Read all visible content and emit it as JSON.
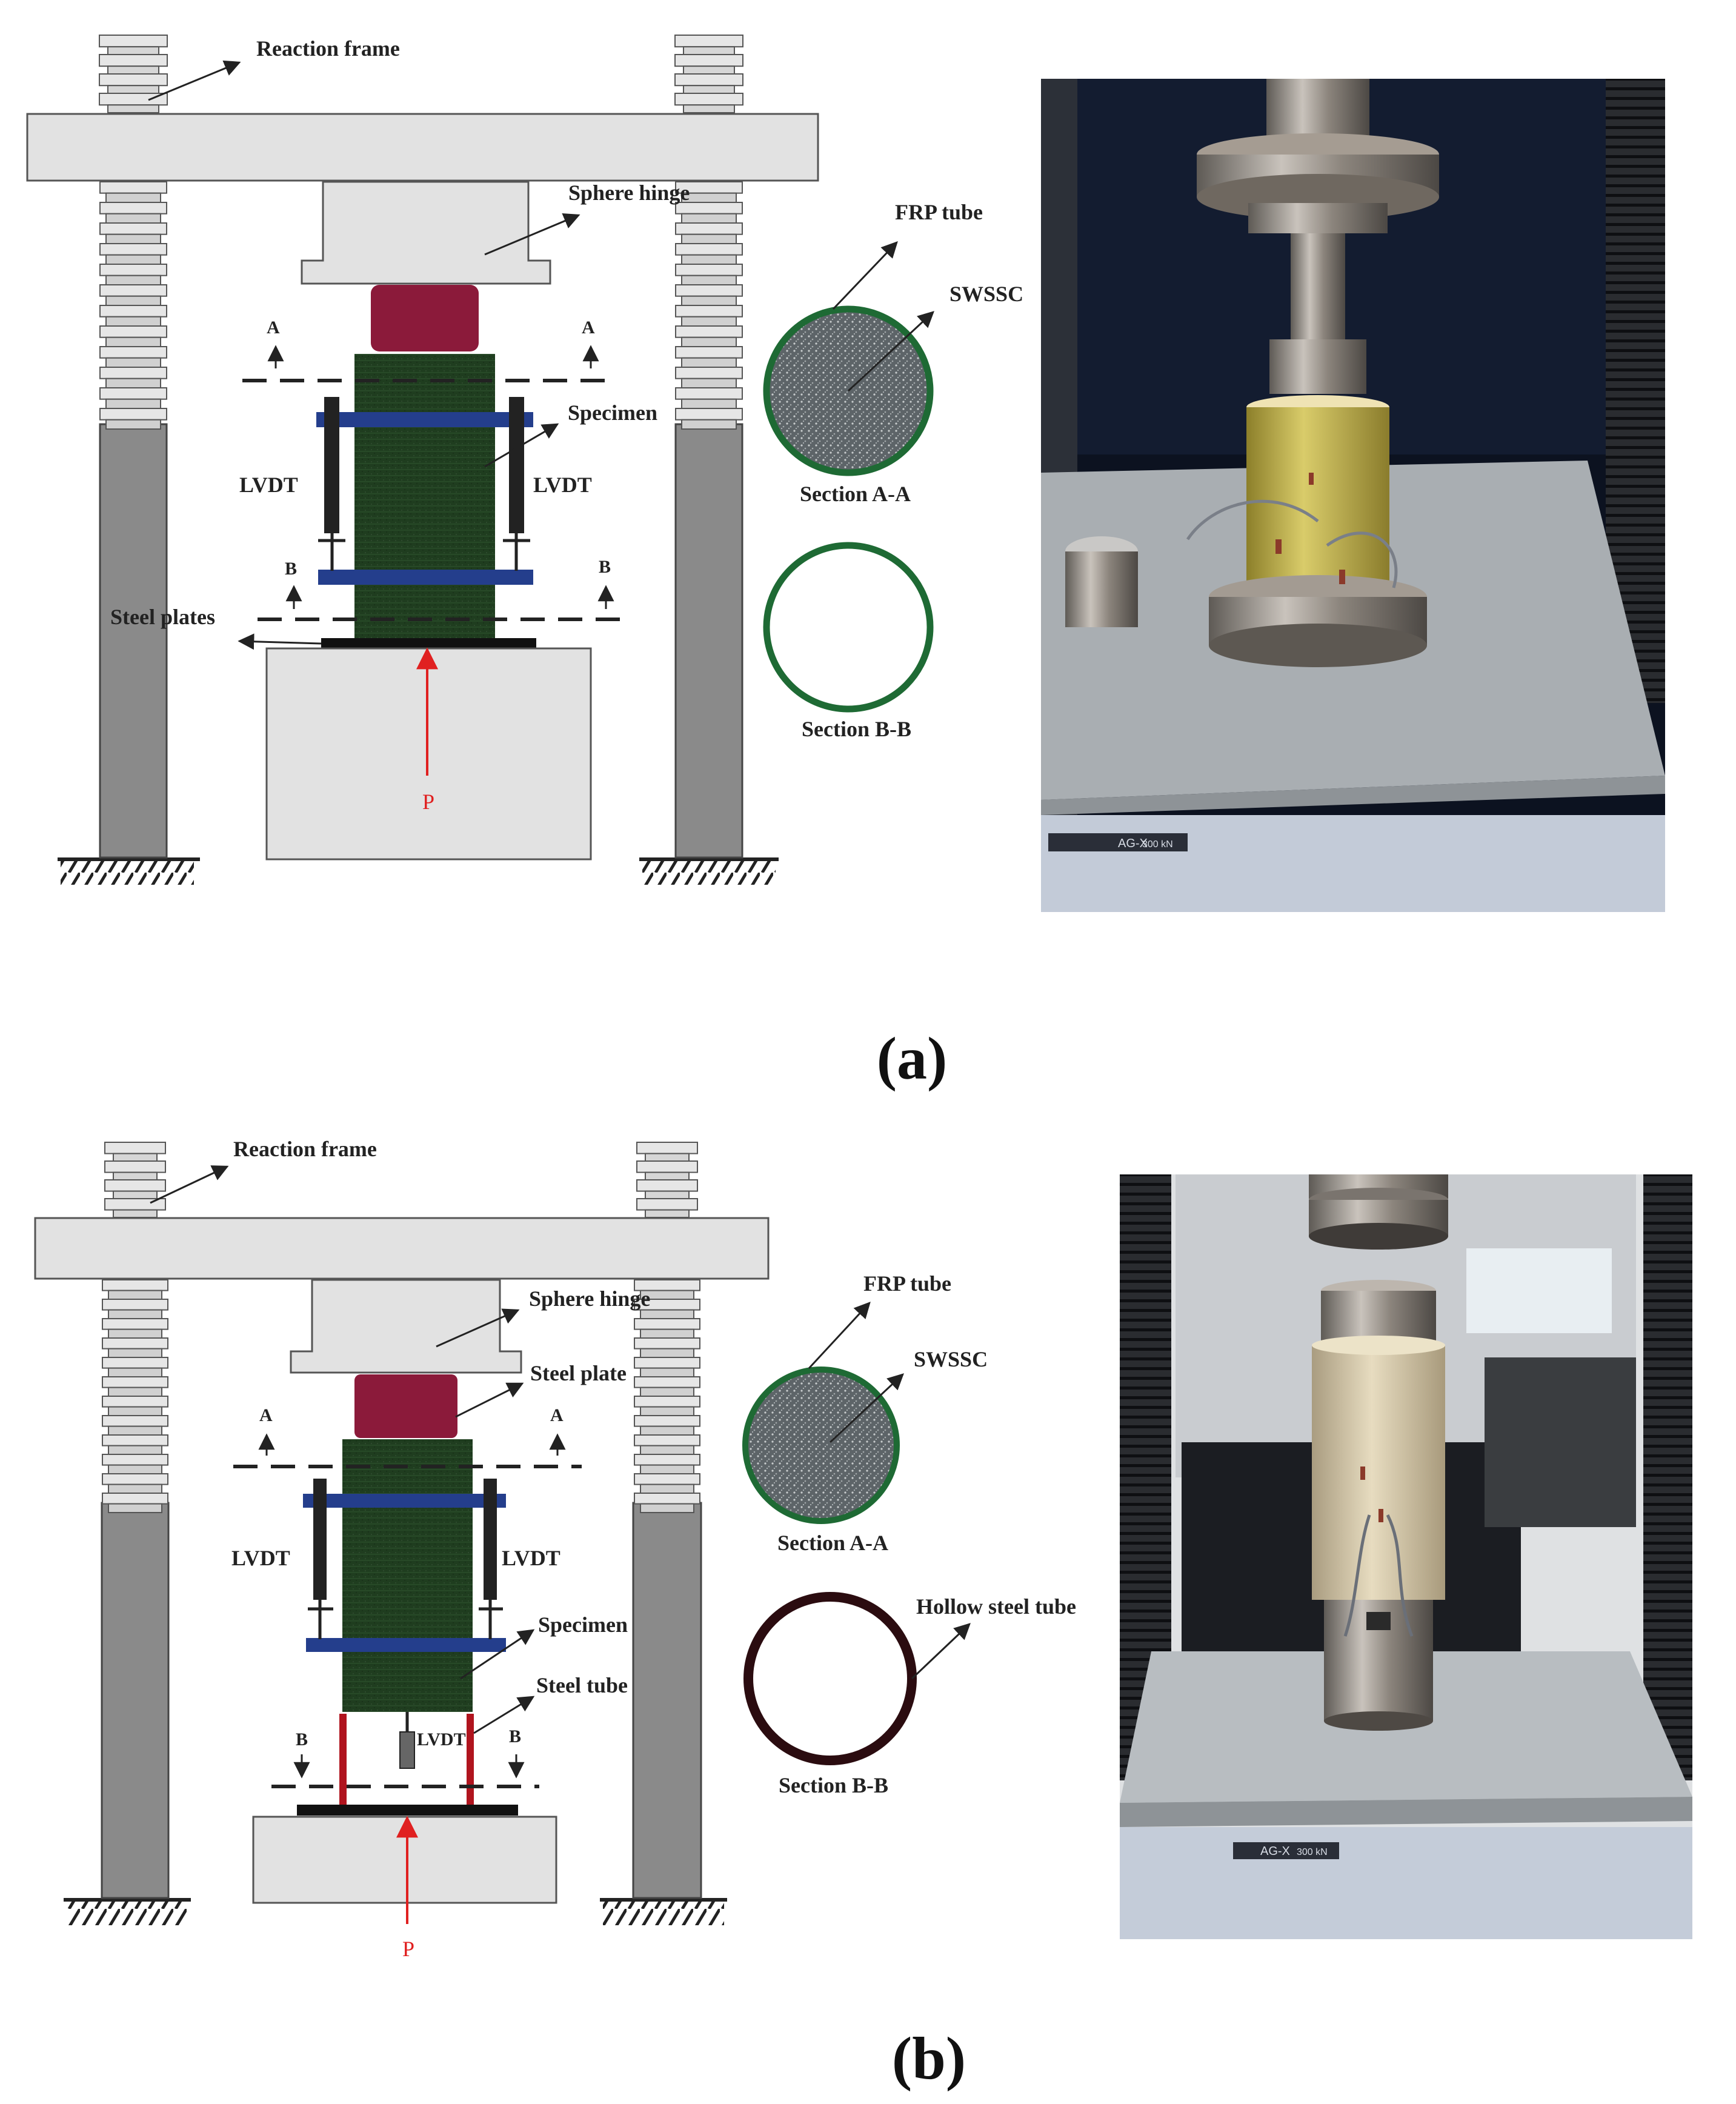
{
  "panel_a": {
    "caption": "(a)",
    "labels": {
      "reaction_frame": "Reaction frame",
      "sphere_hinge": "Sphere hinge",
      "specimen": "Specimen",
      "lvdt_left": "LVDT",
      "lvdt_right": "LVDT",
      "steel_plates": "Steel plates",
      "section_a_left": "A",
      "section_a_right": "A",
      "section_b_left": "B",
      "section_b_right": "B",
      "load": "P",
      "frp_tube": "FRP tube",
      "swssc": "SWSSC",
      "section_aa": "Section A-A",
      "section_bb": "Section B-B"
    },
    "photo": {
      "machine_text": "AG-X",
      "capacity_text": "300 kN"
    }
  },
  "panel_b": {
    "caption": "(b)",
    "labels": {
      "reaction_frame": "Reaction frame",
      "sphere_hinge": "Sphere hinge",
      "steel_plate": "Steel plate",
      "specimen": "Specimen",
      "steel_tube": "Steel tube",
      "lvdt_left": "LVDT",
      "lvdt_right": "LVDT",
      "lvdt_center": "LVDT",
      "section_a_left": "A",
      "section_a_right": "A",
      "section_b_left": "B",
      "section_b_right": "B",
      "load": "P",
      "frp_tube": "FRP tube",
      "swssc": "SWSSC",
      "section_aa": "Section A-A",
      "hollow_steel_tube": "Hollow steel tube",
      "section_bb": "Section B-B"
    },
    "photo": {
      "machine_text": "AG-X",
      "capacity_text": "300 kN"
    }
  },
  "colors": {
    "frame": "#e0e0e0",
    "column": "#8a8a8a",
    "specimen": "#1f3d1f",
    "block": "#8b1a3a",
    "lvdt_clamp": "#243e8c",
    "load_arrow": "#e02020",
    "frp_ring": "#1e6a34",
    "steel_ring": "#2b0c10",
    "steel_tube": "#b0141e"
  }
}
